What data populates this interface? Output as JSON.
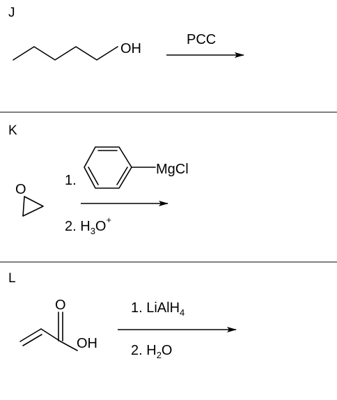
{
  "panels": [
    {
      "label": "J",
      "hydroxyl": "OH",
      "reagent": "PCC"
    },
    {
      "label": "K",
      "epoxide_oxygen": "O",
      "step1_number": "1.",
      "grignard_group": "MgCl",
      "step2_prefix": "2. H",
      "step2_sub": "3",
      "step2_mid": "O",
      "step2_sup": "+"
    },
    {
      "label": "L",
      "carbonyl_oxygen": "O",
      "hydroxyl": "OH",
      "step1_prefix": "1. LiAlH",
      "step1_sub": "4",
      "step2_prefix": "2. H",
      "step2_sub": "2",
      "step2_suffix": "O"
    }
  ]
}
